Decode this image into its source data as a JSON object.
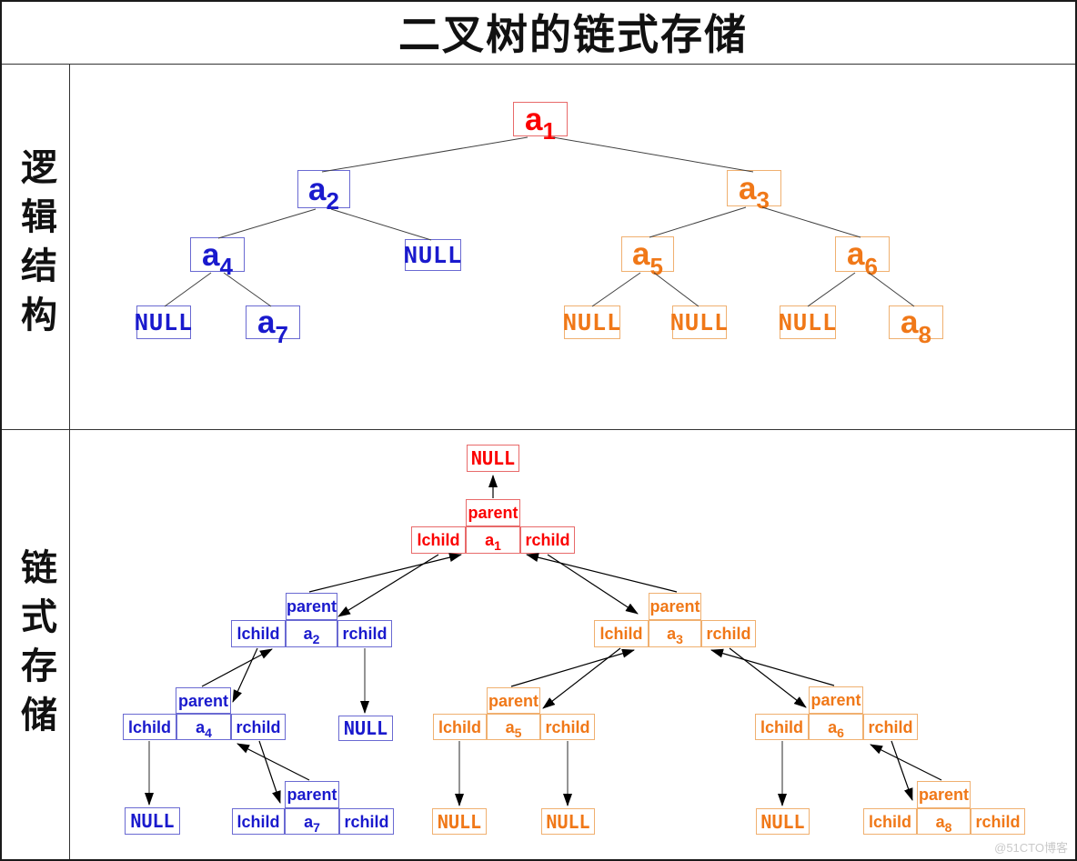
{
  "title": "二叉树的链式存储",
  "row_labels": {
    "logical": "逻辑结构",
    "linked": "链式存储"
  },
  "cell_labels": {
    "parent": "parent",
    "lchild": "lchild",
    "rchild": "rchild",
    "null": "NULL"
  },
  "nodes": {
    "a1": {
      "base": "a",
      "sub": "1"
    },
    "a2": {
      "base": "a",
      "sub": "2"
    },
    "a3": {
      "base": "a",
      "sub": "3"
    },
    "a4": {
      "base": "a",
      "sub": "4"
    },
    "a5": {
      "base": "a",
      "sub": "5"
    },
    "a6": {
      "base": "a",
      "sub": "6"
    },
    "a7": {
      "base": "a",
      "sub": "7"
    },
    "a8": {
      "base": "a",
      "sub": "8"
    }
  },
  "colors": {
    "red": "#fb0000",
    "blue": "#1a1acd",
    "orange": "#f07818",
    "edge": "#404040",
    "arrow": "#000000"
  },
  "watermark": "@51CTO博客"
}
